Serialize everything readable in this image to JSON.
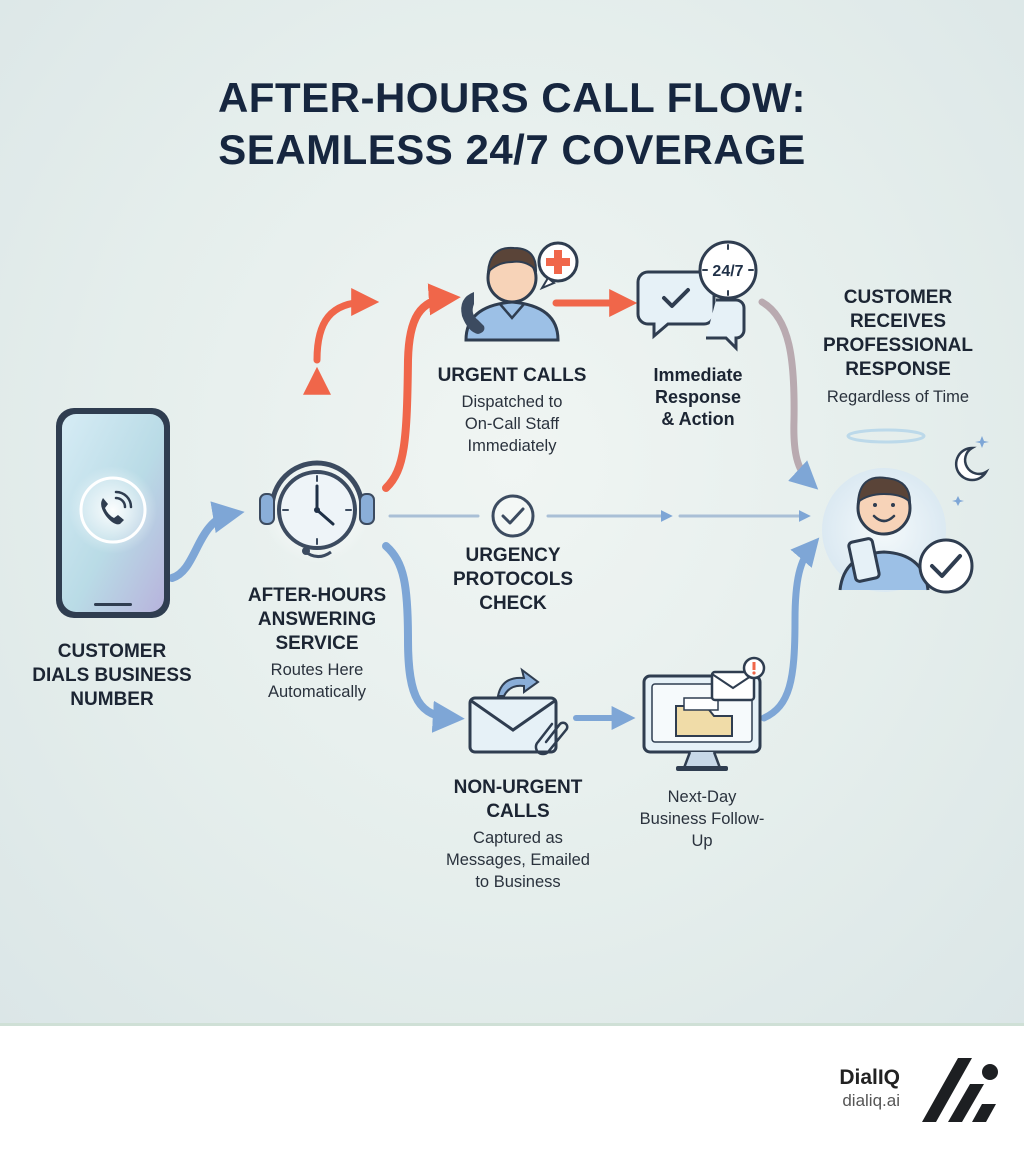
{
  "title": {
    "line1": "AFTER-HOURS CALL FLOW:",
    "line2": "SEAMLESS 24/7 COVERAGE"
  },
  "steps": {
    "customer_dials": {
      "heading": [
        "CUSTOMER",
        "DIALS BUSINESS",
        "NUMBER"
      ]
    },
    "answering_service": {
      "heading": [
        "AFTER-HOURS",
        "ANSWERING",
        "SERVICE"
      ],
      "desc": [
        "Routes Here",
        "Automatically"
      ]
    },
    "urgency_check": {
      "heading": [
        "URGENCY",
        "PROTOCOLS",
        "CHECK"
      ]
    },
    "urgent_calls": {
      "heading": [
        "URGENT CALLS"
      ],
      "desc": [
        "Dispatched to",
        "On-Call Staff",
        "Immediately"
      ]
    },
    "immediate_response": {
      "heading": [
        "Immediate",
        "Response",
        "& Action"
      ],
      "badge": "24/7"
    },
    "non_urgent_calls": {
      "heading": [
        "NON-URGENT",
        "CALLS"
      ],
      "desc": [
        "Captured as",
        "Messages, Emailed",
        "to Business"
      ]
    },
    "next_day": {
      "desc": [
        "Next-Day",
        "Business Follow-",
        "Up"
      ]
    },
    "customer_receives": {
      "heading": [
        "CUSTOMER",
        "RECEIVES",
        "PROFESSIONAL",
        "RESPONSE"
      ],
      "desc": [
        "Regardless of Time"
      ]
    }
  },
  "colors": {
    "urgent": "#f0664a",
    "nonurgent": "#7ea6d6",
    "ink": "#1f3047",
    "title": "#16263f"
  },
  "brand": {
    "name": "DialIQ",
    "url": "dialiq.ai"
  }
}
